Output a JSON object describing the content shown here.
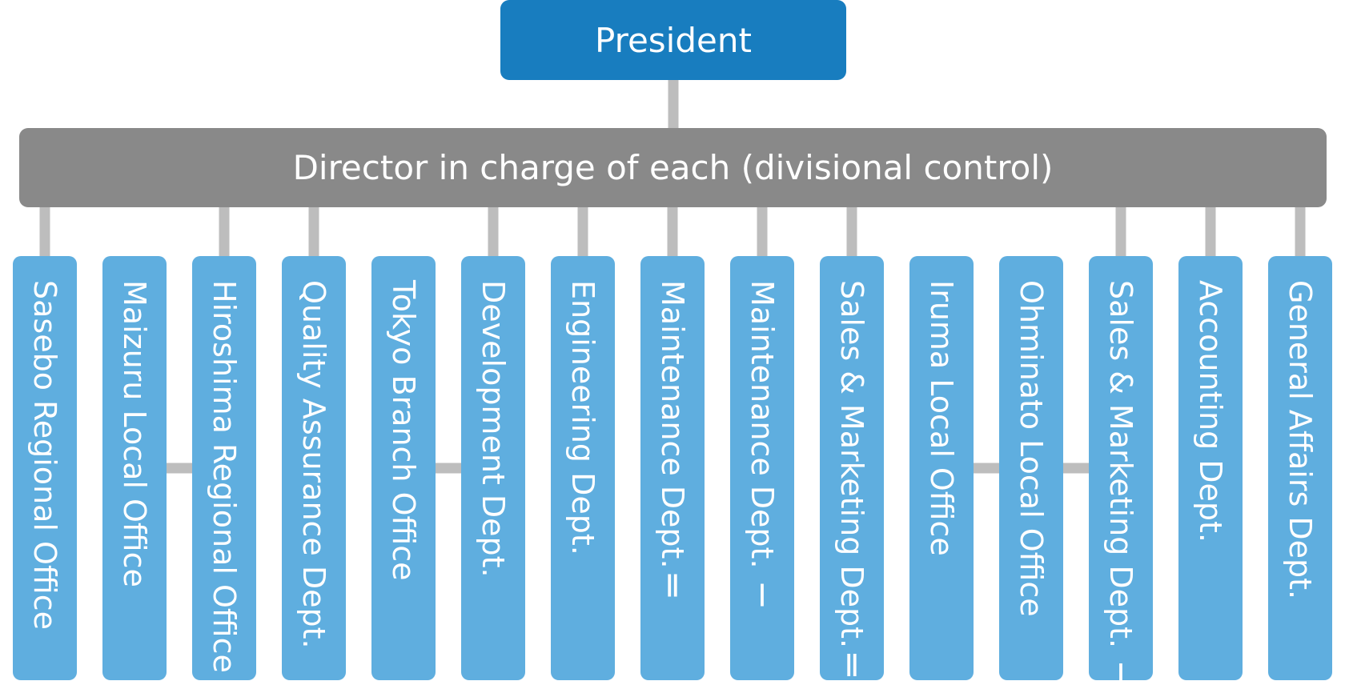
{
  "colors": {
    "president_fill": "#187DBF",
    "director_fill": "#898989",
    "unit_fill": "#5FAEDF",
    "connector": "#BDBDBD",
    "text": "#FFFFFF"
  },
  "president": {
    "label": "President"
  },
  "director": {
    "label": "Director in charge of each (divisional control)"
  },
  "units": [
    {
      "label": "Sasebo Regional Office",
      "connects_up": true
    },
    {
      "label": "Maizuru Local Office",
      "connects_up": false
    },
    {
      "label": "Hiroshima Regional Office",
      "connects_up": true
    },
    {
      "label": "Quality Assurance Dept.",
      "connects_up": true
    },
    {
      "label": "Tokyo Branch Office",
      "connects_up": false
    },
    {
      "label": "Development Dept.",
      "connects_up": true
    },
    {
      "label": "Engineering Dept.",
      "connects_up": true
    },
    {
      "label": "Maintenance Dept.Ⅱ",
      "connects_up": true
    },
    {
      "label": "Maintenance Dept. Ⅰ",
      "connects_up": true
    },
    {
      "label": "Sales & Marketing Dept.Ⅱ",
      "connects_up": true
    },
    {
      "label": "Iruma Local Office",
      "connects_up": false
    },
    {
      "label": "Ohminato Local Office",
      "connects_up": false
    },
    {
      "label": "Sales & Marketing Dept. Ⅰ",
      "connects_up": true
    },
    {
      "label": "Accounting Dept.",
      "connects_up": true
    },
    {
      "label": "General Affairs Dept.",
      "connects_up": true
    }
  ],
  "side_links": [
    {
      "from": 1,
      "to": 2
    },
    {
      "from": 4,
      "to": 5
    },
    {
      "from": 10,
      "to": 11
    },
    {
      "from": 11,
      "to": 12
    }
  ]
}
